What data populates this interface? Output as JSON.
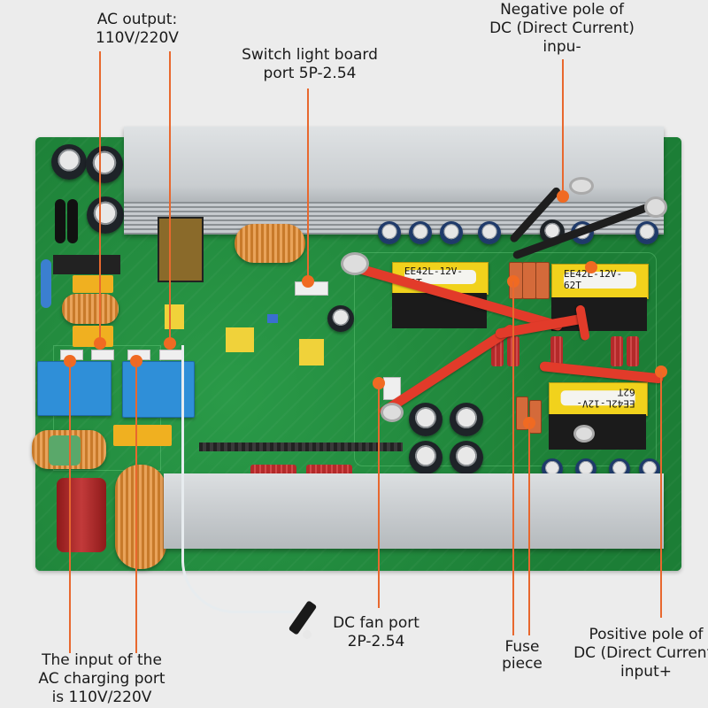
{
  "image_subject": "Inverter PCB with annotated ports",
  "accent_color": "#e8682e",
  "component_markings": {
    "transformer_label": "EE42L-12V-62T"
  },
  "callouts": {
    "ac_output": {
      "line1": "AC output:",
      "line2": "110V/220V"
    },
    "switch_light_board": {
      "line1": "Switch light board",
      "line2": "port 5P-2.54"
    },
    "dc_negative": {
      "line1": "Negative pole of",
      "line2": "DC (Direct Current)",
      "line3": "inpu-"
    },
    "ac_charging_input": {
      "line1": "The input of the",
      "line2": "AC charging port",
      "line3": "is 110V/220V"
    },
    "dc_fan": {
      "line1": "DC fan port",
      "line2": "2P-2.54"
    },
    "fuse": {
      "line1": "Fuse",
      "line2": "piece"
    },
    "dc_positive": {
      "line1": "Positive pole of",
      "line2": "DC (Direct Current)",
      "line3": "input+"
    }
  }
}
